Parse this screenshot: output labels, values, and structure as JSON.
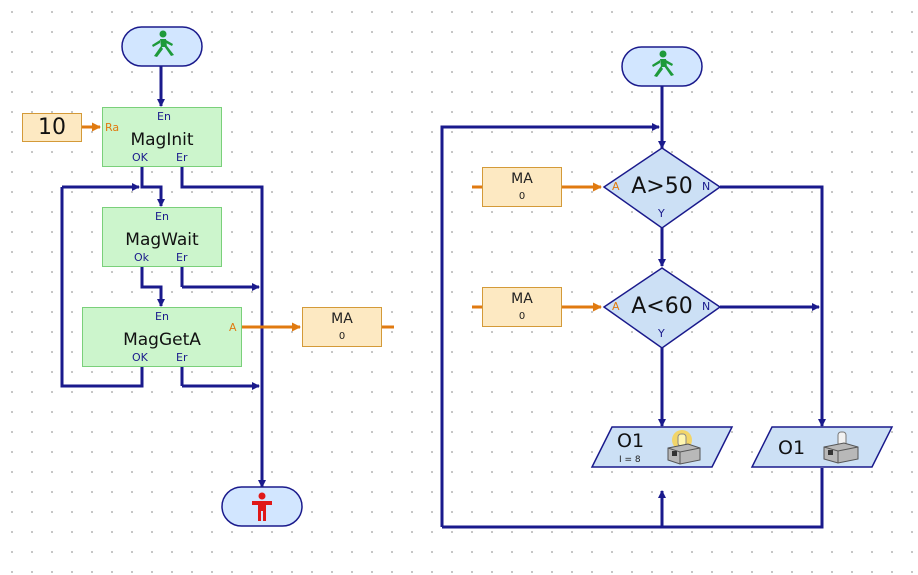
{
  "subprograms": [
    {
      "name": "MagInit",
      "input_top": "En",
      "input_left": "Ra",
      "output_ok": "OK",
      "output_err": "Er"
    },
    {
      "name": "MagWait",
      "input_top": "En",
      "output_ok": "Ok",
      "output_err": "Er"
    },
    {
      "name": "MagGetA",
      "input_top": "En",
      "output_right": "A",
      "output_ok": "OK",
      "output_err": "Er"
    }
  ],
  "constant": {
    "value": "10"
  },
  "variables": [
    {
      "name": "MA",
      "value": "0"
    },
    {
      "name": "MA",
      "value": "0"
    },
    {
      "name": "MA",
      "value": "0"
    }
  ],
  "branches": [
    {
      "condition": "A>50",
      "input": "A",
      "no": "N",
      "yes": "Y"
    },
    {
      "condition": "A<60",
      "input": "A",
      "no": "N",
      "yes": "Y"
    }
  ],
  "outputs": [
    {
      "name": "O1",
      "detail": "I = 8",
      "icon": "lamp-on-icon"
    },
    {
      "name": "O1",
      "icon": "lamp-off-icon"
    }
  ],
  "colors": {
    "flow": "#1a1a8c",
    "data": "#e07a10",
    "subprogram": "#ccf5cc",
    "variable": "#fde9c2",
    "output": "#cce0f5",
    "start": "#d2e6ff"
  }
}
